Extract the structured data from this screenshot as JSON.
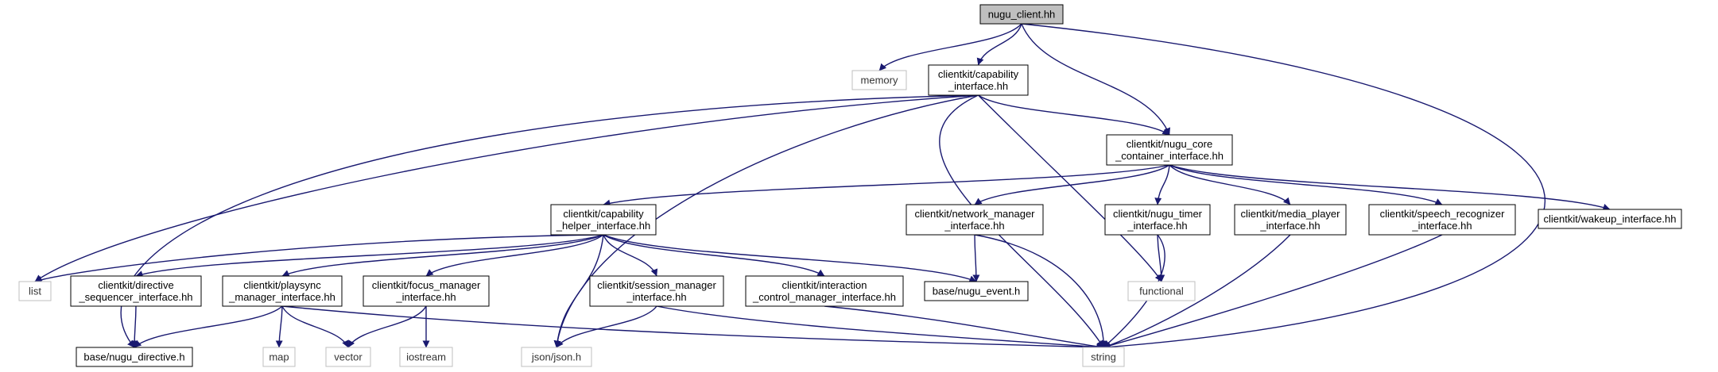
{
  "graph": {
    "colors": {
      "edge": "#191970",
      "node_border": "#000000",
      "ext_border": "#bfbfbf",
      "root_fill": "#bfbfbf",
      "node_fill": "#ffffff"
    },
    "nodes": [
      {
        "id": "root",
        "lines": [
          "nugu_client.hh"
        ],
        "kind": "root"
      },
      {
        "id": "memory",
        "lines": [
          "memory"
        ],
        "kind": "external"
      },
      {
        "id": "cap_if",
        "lines": [
          "clientkit/capability",
          "_interface.hh"
        ],
        "kind": "file"
      },
      {
        "id": "core",
        "lines": [
          "clientkit/nugu_core",
          "_container_interface.hh"
        ],
        "kind": "file"
      },
      {
        "id": "cap_helper",
        "lines": [
          "clientkit/capability",
          "_helper_interface.hh"
        ],
        "kind": "file"
      },
      {
        "id": "network",
        "lines": [
          "clientkit/network_manager",
          "_interface.hh"
        ],
        "kind": "file"
      },
      {
        "id": "timer",
        "lines": [
          "clientkit/nugu_timer",
          "_interface.hh"
        ],
        "kind": "file"
      },
      {
        "id": "media",
        "lines": [
          "clientkit/media_player",
          "_interface.hh"
        ],
        "kind": "file"
      },
      {
        "id": "speech",
        "lines": [
          "clientkit/speech_recognizer",
          "_interface.hh"
        ],
        "kind": "file"
      },
      {
        "id": "wakeup",
        "lines": [
          "clientkit/wakeup_interface.hh"
        ],
        "kind": "file"
      },
      {
        "id": "list",
        "lines": [
          "list"
        ],
        "kind": "external"
      },
      {
        "id": "directive_seq",
        "lines": [
          "clientkit/directive",
          "_sequencer_interface.hh"
        ],
        "kind": "file"
      },
      {
        "id": "playsync",
        "lines": [
          "clientkit/playsync",
          "_manager_interface.hh"
        ],
        "kind": "file"
      },
      {
        "id": "focus",
        "lines": [
          "clientkit/focus_manager",
          "_interface.hh"
        ],
        "kind": "file"
      },
      {
        "id": "session",
        "lines": [
          "clientkit/session_manager",
          "_interface.hh"
        ],
        "kind": "file"
      },
      {
        "id": "interaction",
        "lines": [
          "clientkit/interaction",
          "_control_manager_interface.hh"
        ],
        "kind": "file"
      },
      {
        "id": "nugu_event",
        "lines": [
          "base/nugu_event.h"
        ],
        "kind": "file"
      },
      {
        "id": "functional",
        "lines": [
          "functional"
        ],
        "kind": "external"
      },
      {
        "id": "nugu_directive",
        "lines": [
          "base/nugu_directive.h"
        ],
        "kind": "file"
      },
      {
        "id": "map",
        "lines": [
          "map"
        ],
        "kind": "external"
      },
      {
        "id": "vector",
        "lines": [
          "vector"
        ],
        "kind": "external"
      },
      {
        "id": "iostream",
        "lines": [
          "iostream"
        ],
        "kind": "external"
      },
      {
        "id": "json",
        "lines": [
          "json/json.h"
        ],
        "kind": "external"
      },
      {
        "id": "string",
        "lines": [
          "string"
        ],
        "kind": "external"
      }
    ],
    "edges": [
      [
        "root",
        "memory"
      ],
      [
        "root",
        "cap_if"
      ],
      [
        "root",
        "core"
      ],
      [
        "root",
        "string"
      ],
      [
        "cap_if",
        "core"
      ],
      [
        "cap_if",
        "list"
      ],
      [
        "cap_if",
        "nugu_directive"
      ],
      [
        "cap_if",
        "json"
      ],
      [
        "cap_if",
        "string"
      ],
      [
        "cap_if",
        "functional"
      ],
      [
        "core",
        "cap_helper"
      ],
      [
        "core",
        "network"
      ],
      [
        "core",
        "timer"
      ],
      [
        "core",
        "media"
      ],
      [
        "core",
        "speech"
      ],
      [
        "core",
        "wakeup"
      ],
      [
        "cap_helper",
        "list"
      ],
      [
        "cap_helper",
        "directive_seq"
      ],
      [
        "cap_helper",
        "playsync"
      ],
      [
        "cap_helper",
        "focus"
      ],
      [
        "cap_helper",
        "session"
      ],
      [
        "cap_helper",
        "interaction"
      ],
      [
        "cap_helper",
        "nugu_event"
      ],
      [
        "cap_helper",
        "json"
      ],
      [
        "network",
        "nugu_event"
      ],
      [
        "network",
        "string"
      ],
      [
        "timer",
        "functional"
      ],
      [
        "timer",
        "string"
      ],
      [
        "media",
        "string"
      ],
      [
        "speech",
        "string"
      ],
      [
        "directive_seq",
        "nugu_directive"
      ],
      [
        "playsync",
        "nugu_directive"
      ],
      [
        "playsync",
        "map"
      ],
      [
        "playsync",
        "vector"
      ],
      [
        "playsync",
        "string"
      ],
      [
        "focus",
        "vector"
      ],
      [
        "focus",
        "iostream"
      ],
      [
        "session",
        "json"
      ],
      [
        "session",
        "string"
      ],
      [
        "interaction",
        "string"
      ]
    ]
  }
}
